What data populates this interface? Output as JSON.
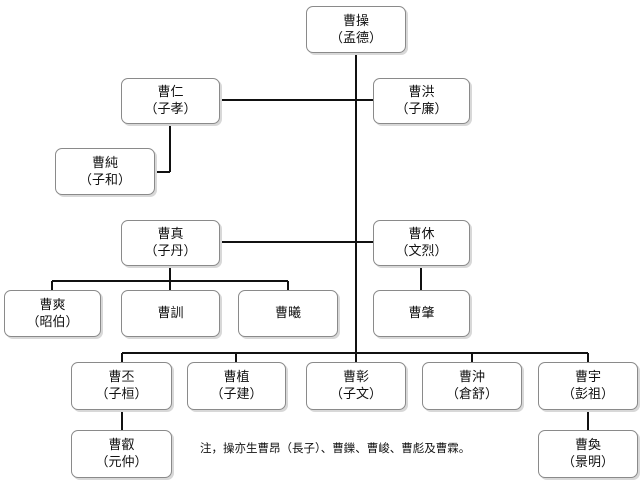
{
  "nodes": {
    "cao_cao": {
      "name": "曹操",
      "style": "（孟德）"
    },
    "cao_ren": {
      "name": "曹仁",
      "style": "（子孝）"
    },
    "cao_hong": {
      "name": "曹洪",
      "style": "（子廉）"
    },
    "cao_chun": {
      "name": "曹純",
      "style": "（子和）"
    },
    "cao_zhen": {
      "name": "曹真",
      "style": "（子丹）"
    },
    "cao_xiu": {
      "name": "曹休",
      "style": "（文烈）"
    },
    "cao_shuang": {
      "name": "曹爽",
      "style": "（昭伯）"
    },
    "cao_xun": {
      "name": "曹訓"
    },
    "cao_xi": {
      "name": "曹曦"
    },
    "cao_zhao": {
      "name": "曹肇"
    },
    "cao_pi": {
      "name": "曹丕",
      "style": "（子桓）"
    },
    "cao_zhi": {
      "name": "曹植",
      "style": "（子建）"
    },
    "cao_zhang": {
      "name": "曹彰",
      "style": "（子文）"
    },
    "cao_chong": {
      "name": "曹沖",
      "style": "（倉舒）"
    },
    "cao_yu": {
      "name": "曹宇",
      "style": "（彭祖）"
    },
    "cao_rui": {
      "name": "曹叡",
      "style": "（元仲）"
    },
    "cao_huan": {
      "name": "曹奐",
      "style": "（景明）"
    }
  },
  "note": "注，操亦生曹昂（長子）、曹鑠、曹峻、曹彪及曹霖。"
}
